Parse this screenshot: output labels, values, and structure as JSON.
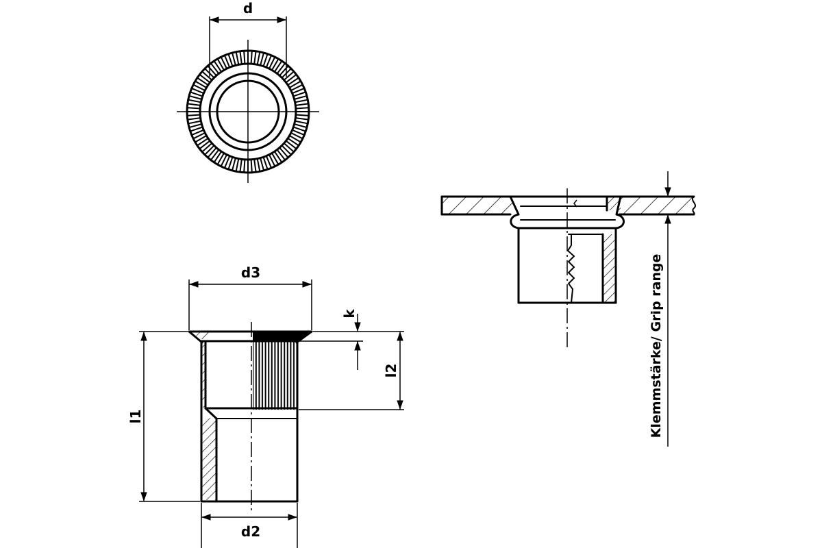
{
  "labels": {
    "d": "d",
    "d3": "d3",
    "d2": "d2",
    "k": "k",
    "l1": "l1",
    "l2": "l2",
    "grip": "Klemmstärke/ Grip range"
  }
}
